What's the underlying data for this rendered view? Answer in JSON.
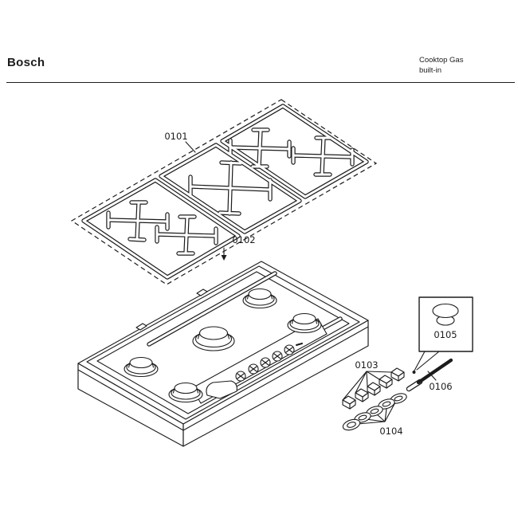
{
  "header": {
    "brand": "Bosch",
    "product": {
      "line1": "Cooktop Gas",
      "line2": "built-in"
    }
  },
  "diagram": {
    "labels": {
      "grates": "0101",
      "cooktop": "0102",
      "knobs": "0103",
      "rings": "0104",
      "cap": "0105",
      "igniter": "0106"
    }
  },
  "colors": {
    "ink": "#1c1c1c",
    "paper": "#ffffff"
  }
}
